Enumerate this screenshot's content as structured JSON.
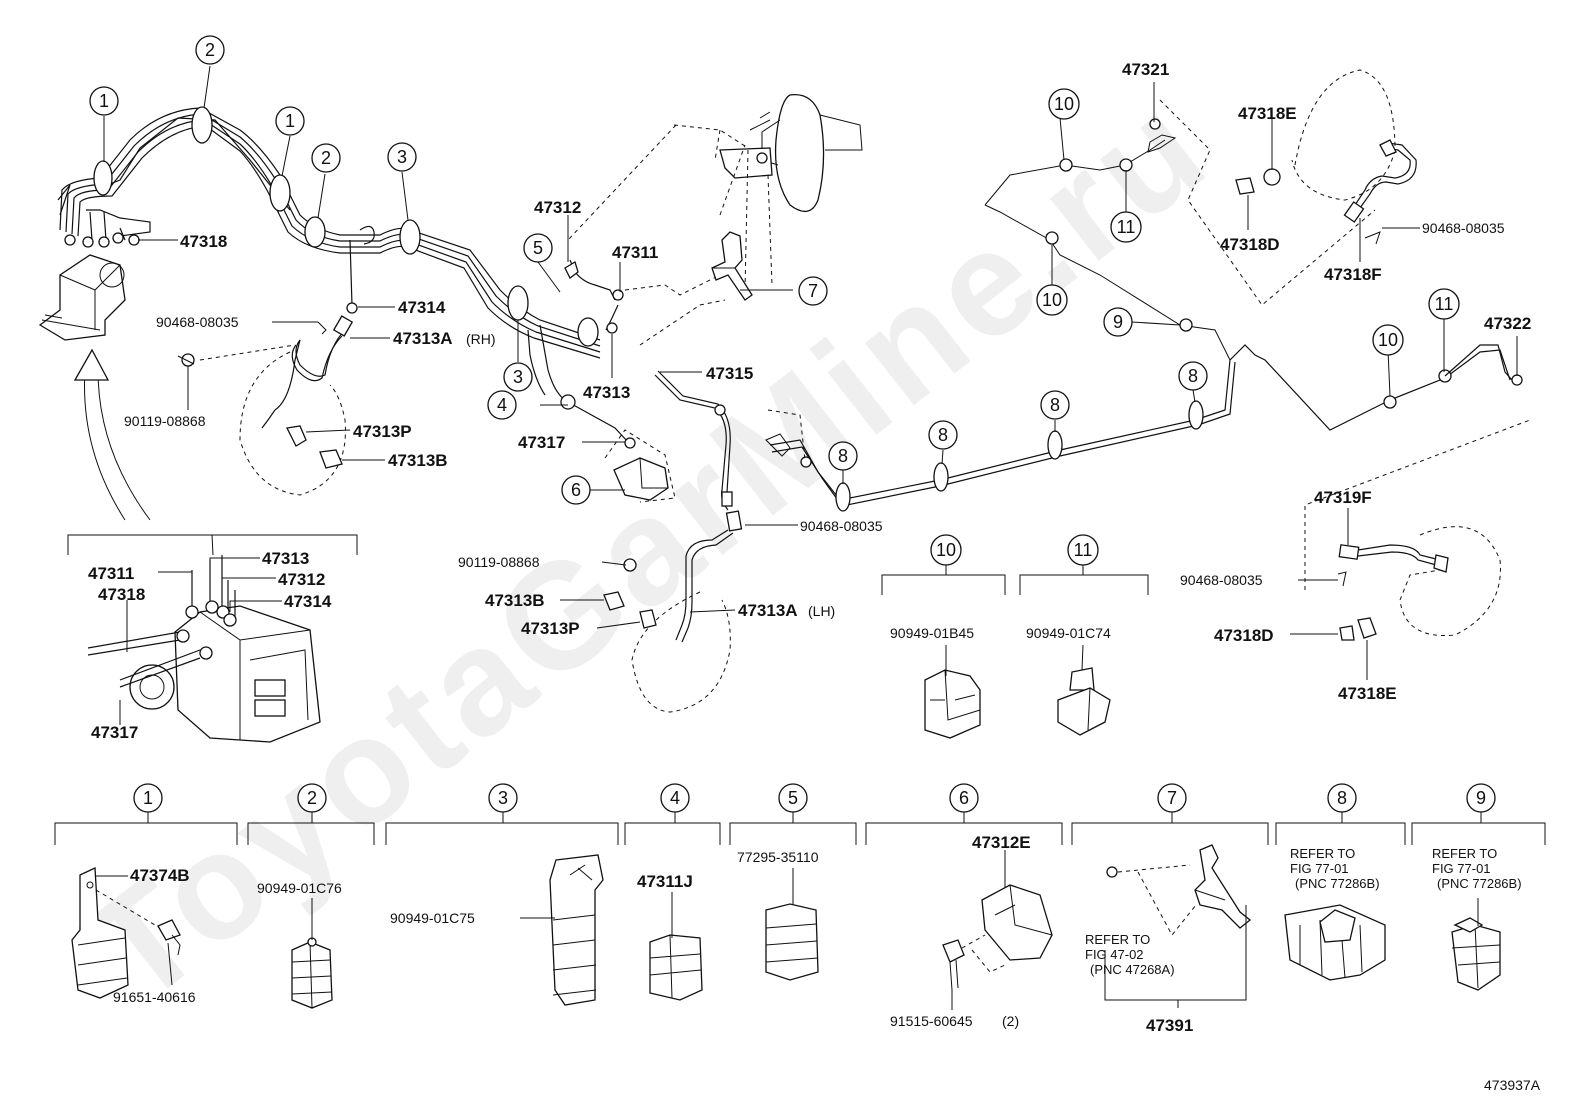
{
  "watermark": "ToyotaGarMine.ru",
  "figure_id": "473937A",
  "labels": {
    "p47318_top": "47318",
    "p47314_top": "47314",
    "p90468_a": "90468-08035",
    "p47313a_rh": "47313A",
    "rh": "(RH)",
    "p90119_a": "90119-08868",
    "p47313p_a": "47313P",
    "p47313b_a": "47313B",
    "p47312": "47312",
    "p47311": "47311",
    "p47313": "47313",
    "p47315": "47315",
    "p47317": "47317",
    "p90468_b": "90468-08035",
    "p90119_b": "90119-08868",
    "p47313b_b": "47313B",
    "p47313p_b": "47313P",
    "p47313a_lh": "47313A",
    "lh": "(LH)",
    "p47321": "47321",
    "p47318e_a": "47318E",
    "p47318d_a": "47318D",
    "p90468_c": "90468-08035",
    "p47318f": "47318F",
    "p47322": "47322",
    "p47319f": "47319F",
    "p90468_d": "90468-08035",
    "p47318d_b": "47318D",
    "p47318e_b": "47318E",
    "d_47311": "47311",
    "d_47313": "47313",
    "d_47312": "47312",
    "d_47318": "47318",
    "d_47314": "47314",
    "d_47317": "47317",
    "c10_part": "90949-01B45",
    "c11_part": "90949-01C74",
    "b1_part_a": "47374B",
    "b1_part_b": "91651-40616",
    "b2_part": "90949-01C76",
    "b3_part": "90949-01C75",
    "b4_part": "47311J",
    "b5_part": "77295-35110",
    "b6_part_a": "47312E",
    "b6_part_b": "91515-60645",
    "b6_qty": "(2)",
    "b7_ref1": "REFER TO",
    "b7_ref2": "FIG 47-02",
    "b7_ref3": "(PNC 47268A)",
    "b7_part": "47391",
    "b8_ref1": "REFER TO",
    "b8_ref2": "FIG 77-01",
    "b8_ref3": "(PNC 77286B)",
    "b9_ref1": "REFER TO",
    "b9_ref2": "FIG 77-01",
    "b9_ref3": "(PNC 77286B)"
  },
  "callouts": {
    "n1": "1",
    "n2": "2",
    "n3": "3",
    "n4": "4",
    "n5": "5",
    "n6": "6",
    "n7": "7",
    "n8": "8",
    "n9": "9",
    "n10": "10",
    "n11": "11"
  }
}
